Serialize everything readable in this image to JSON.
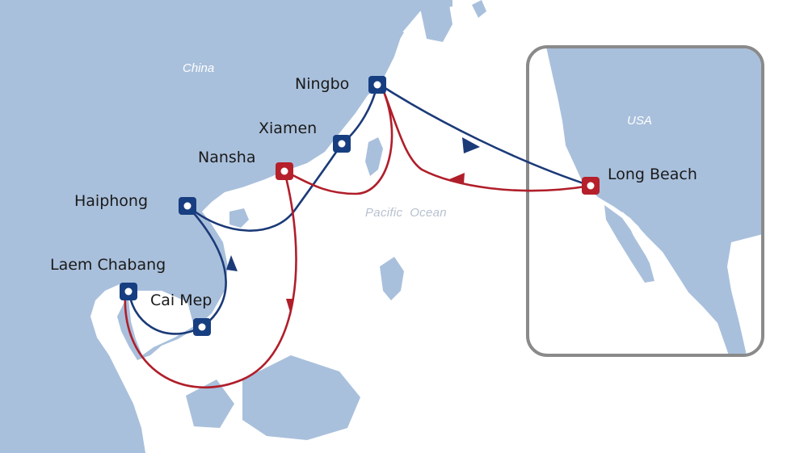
{
  "map": {
    "regions": {
      "china": "China",
      "usa": "USA",
      "ocean": "Pacific  Ocean"
    },
    "ports": {
      "ningbo": "Ningbo",
      "xiamen": "Xiamen",
      "nansha": "Nansha",
      "haiphong": "Haiphong",
      "laem_chabang": "Laem Chabang",
      "cai_mep": "Cai Mep",
      "long_beach": "Long Beach"
    },
    "colors": {
      "land": "#a9c0dc",
      "inset_frame": "#8a8a8a",
      "blue_route": "#1b3a78",
      "red_route": "#b01e2a",
      "blue_port": "#173e80",
      "red_port": "#b5202a"
    },
    "routes": [
      {
        "color": "blue",
        "stops": [
          "Laem Chabang",
          "Cai Mep",
          "Haiphong",
          "Xiamen",
          "Ningbo",
          "Long Beach"
        ]
      },
      {
        "color": "red",
        "stops": [
          "Long Beach",
          "Ningbo",
          "Nansha",
          "Laem Chabang"
        ]
      }
    ]
  }
}
